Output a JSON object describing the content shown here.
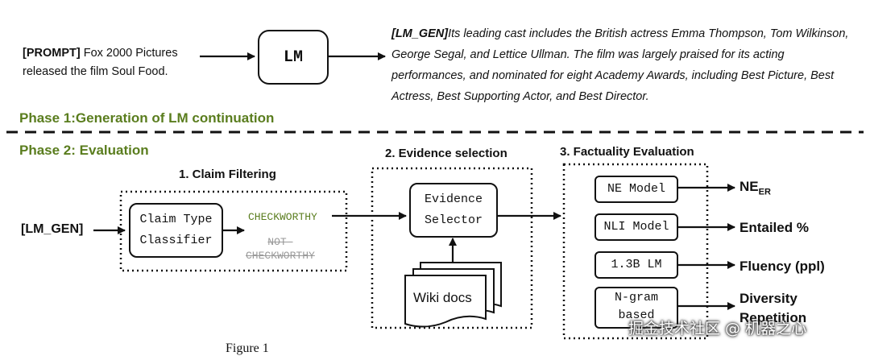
{
  "phase1": {
    "prompt_tag": "[PROMPT]",
    "prompt_text": " Fox 2000 Pictures released the film Soul Food.",
    "lm_box": "LM",
    "lmgen_tag": "[LM_GEN]",
    "lmgen_text": "Its leading cast includes the British actress Emma Thompson, Tom Wilkinson, George Segal, and Lettice Ullman. The film was largely praised for its acting performances, and nominated for eight Academy Awards, including Best Picture, Best Actress, Best Supporting Actor, and Best Director.",
    "label": "Phase 1:Generation of LM continuation"
  },
  "phase2": {
    "label": "Phase 2: Evaluation",
    "input_label": "[LM_GEN]",
    "claim_filtering": {
      "title": "1. Claim Filtering",
      "classifier": "Claim Type\nClassifier",
      "checkworthy": "CHECKWORTHY",
      "not_checkworthy": "NOT-\nCHECKWORTHY"
    },
    "evidence_selection": {
      "title": "2. Evidence selection",
      "selector": "Evidence\nSelector",
      "docs": "Wiki docs"
    },
    "factuality": {
      "title": "3. Factuality Evaluation",
      "models": [
        "NE Model",
        "NLI Model",
        "1.3B LM",
        "N-gram\nbased"
      ],
      "outputs": {
        "ne": "NE",
        "ne_sub": "ER",
        "nli": "Entailed %",
        "fluency": "Fluency (ppl)",
        "diversity": "Diversity",
        "repetition": "Repetition"
      }
    }
  },
  "watermark": "掘金技术社区 @ 机器之心",
  "caption": "Figure 1"
}
